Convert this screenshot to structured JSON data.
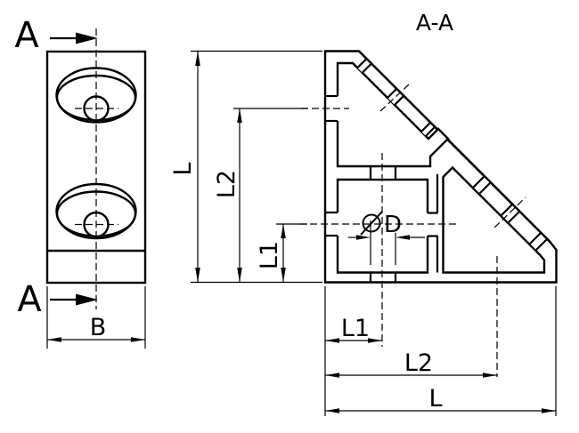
{
  "drawing": {
    "section_label": "A-A",
    "cut_label_top": "A",
    "cut_label_bottom": "A",
    "front_width_dim": "B",
    "section_height_dim": "L",
    "upper_hole_height_dim": "L2",
    "lower_hole_height_dim": "L1",
    "hole_diameter_symbol": "⌀",
    "hole_diameter_letter": "D",
    "bottom_dim_near": "L1",
    "bottom_dim_mid": "L2",
    "bottom_dim_far": "L",
    "colors": {
      "line": "#000000",
      "background": "#ffffff"
    }
  }
}
